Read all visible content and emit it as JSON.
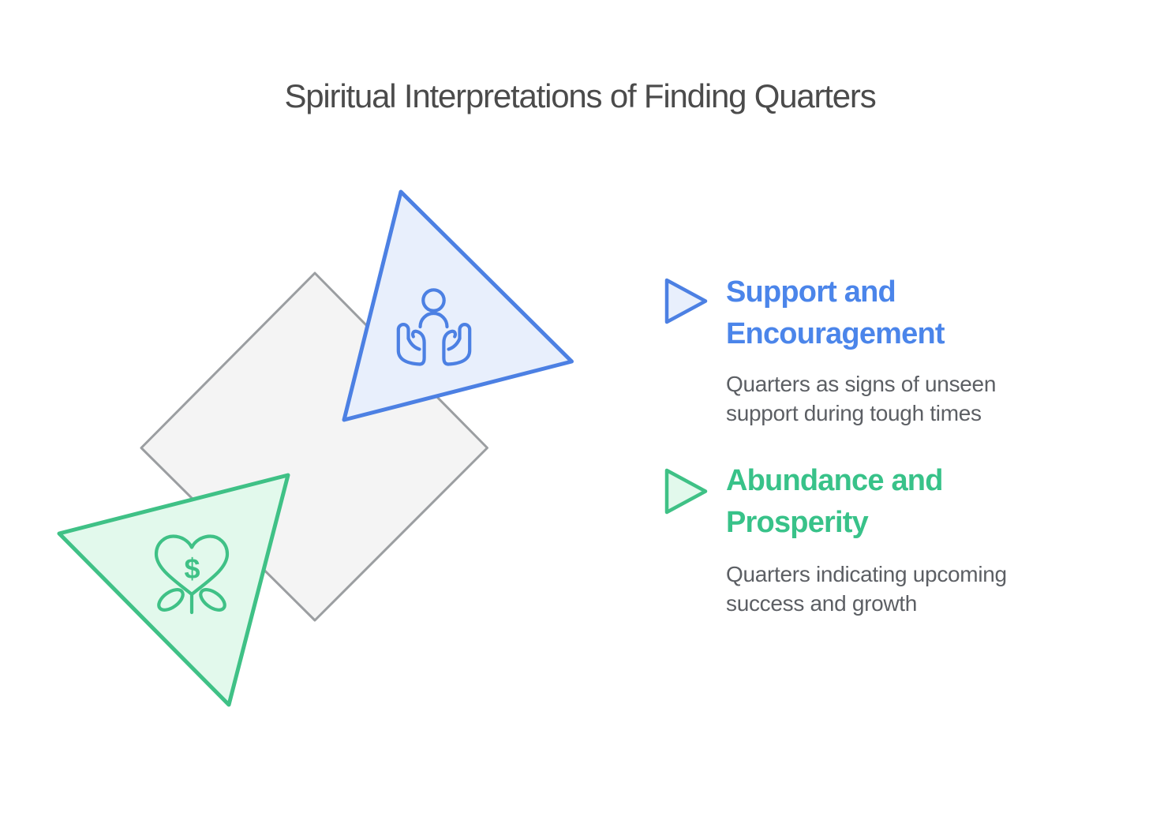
{
  "title": "Spiritual Interpretations of Finding Quarters",
  "colors": {
    "title_text": "#4b4b4b",
    "body_text": "#5c5f64",
    "blue_accent": "#4b85ea",
    "blue_stroke": "#4c80e3",
    "blue_fill": "#e8effc",
    "green_accent": "#38c289",
    "green_stroke": "#3fc186",
    "green_fill": "#e2f9ec",
    "gray_stroke": "#9b9ea1",
    "gray_fill": "#f4f4f4",
    "background": "#ffffff"
  },
  "diagram": {
    "diamond": "gray-diamond",
    "support_triangle_icon": "person-in-hands-icon",
    "prosperity_triangle_icon": "money-heart-plant-icon",
    "dollar_glyph": "$"
  },
  "sections": [
    {
      "id": "support",
      "accent": "#4b85ea",
      "marker_icon": "triangle-right-icon",
      "heading_lines": [
        "Support and",
        "Encouragement"
      ],
      "body_lines": [
        "Quarters as signs of unseen",
        "support during tough times"
      ]
    },
    {
      "id": "abundance",
      "accent": "#38c289",
      "marker_icon": "triangle-right-icon",
      "heading_lines": [
        "Abundance and",
        "Prosperity"
      ],
      "body_lines": [
        "Quarters indicating upcoming",
        "success and growth"
      ]
    }
  ]
}
